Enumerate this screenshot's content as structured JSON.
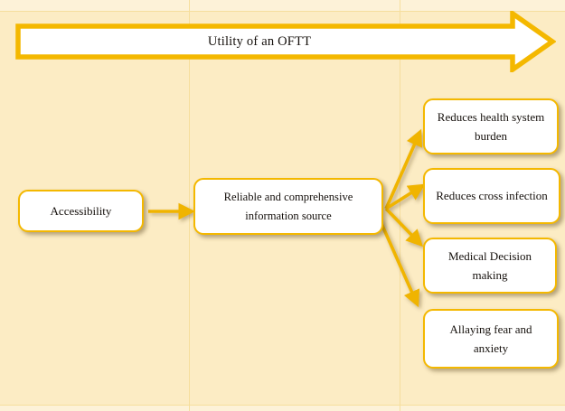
{
  "diagram": {
    "title": "Utility of an OFTT",
    "banner": {
      "label": "Utility of an OFTT",
      "shape": "block-arrow-right"
    },
    "colors": {
      "background": "#fcecc4",
      "grid_line": "#f6dd9b",
      "accent_gold": "#f4b800",
      "arrow_gold": "#f0b400",
      "node_fill": "#ffffff",
      "text": "#15100c"
    },
    "nodes": [
      {
        "id": "accessibility",
        "label": "Accessibility"
      },
      {
        "id": "reliable",
        "label": "Reliable and comprehensive information source"
      },
      {
        "id": "burden",
        "label": "Reduces health system burden"
      },
      {
        "id": "crossinf",
        "label": "Reduces cross infection"
      },
      {
        "id": "decision",
        "label": "Medical Decision making"
      },
      {
        "id": "anxiety",
        "label": "Allaying fear and anxiety"
      }
    ],
    "connectors": [
      {
        "id": "accessibility-to-reliable",
        "from": "accessibility",
        "to": "reliable",
        "style": "straight-arrow"
      },
      {
        "id": "reliable-to-burden",
        "from": "reliable",
        "to": "burden",
        "style": "straight-arrow"
      },
      {
        "id": "reliable-to-crossinf",
        "from": "reliable",
        "to": "crossinf",
        "style": "straight-arrow"
      },
      {
        "id": "reliable-to-decision",
        "from": "reliable",
        "to": "decision",
        "style": "straight-arrow"
      },
      {
        "id": "reliable-to-anxiety",
        "from": "reliable",
        "to": "anxiety",
        "style": "straight-arrow"
      }
    ]
  }
}
